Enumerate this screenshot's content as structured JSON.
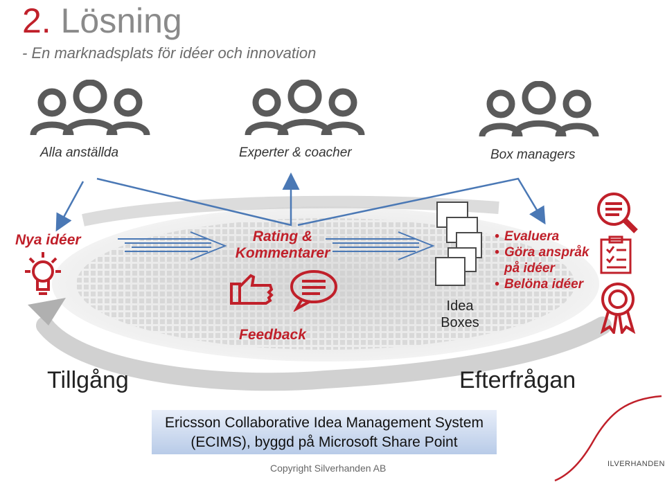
{
  "header": {
    "number": "2.",
    "title": " Lösning",
    "subtitle": "- En marknadsplats för idéer och innovation"
  },
  "groups": [
    {
      "label": "Alla anställda"
    },
    {
      "label": "Experter & coacher"
    },
    {
      "label": "Box managers"
    }
  ],
  "flow": {
    "new_ideas": "Nya idéer",
    "rating_line1": "Rating &",
    "rating_line2": "Kommentarer",
    "feedback": "Feedback",
    "idea_boxes_line1": "Idea",
    "idea_boxes_line2": "Boxes",
    "actions": [
      "Evaluera",
      "Göra anspråk på idéer",
      "Belöna idéer"
    ]
  },
  "market": {
    "supply": "Tillgång",
    "demand": "Efterfrågan"
  },
  "system": {
    "line1": "Ericsson Collaborative Idea Management System",
    "line2": "(ECIMS), byggd på Microsoft Share Point"
  },
  "footer": {
    "copyright": "Copyright Silverhanden AB",
    "logo": "ILVERHANDEN"
  },
  "colors": {
    "accent": "#c0202a",
    "arrow": "#4a78b5",
    "icon_gray": "#5a5a5a",
    "box_gradient_top": "#e8eef9",
    "box_gradient_bottom": "#b8cbe8"
  }
}
